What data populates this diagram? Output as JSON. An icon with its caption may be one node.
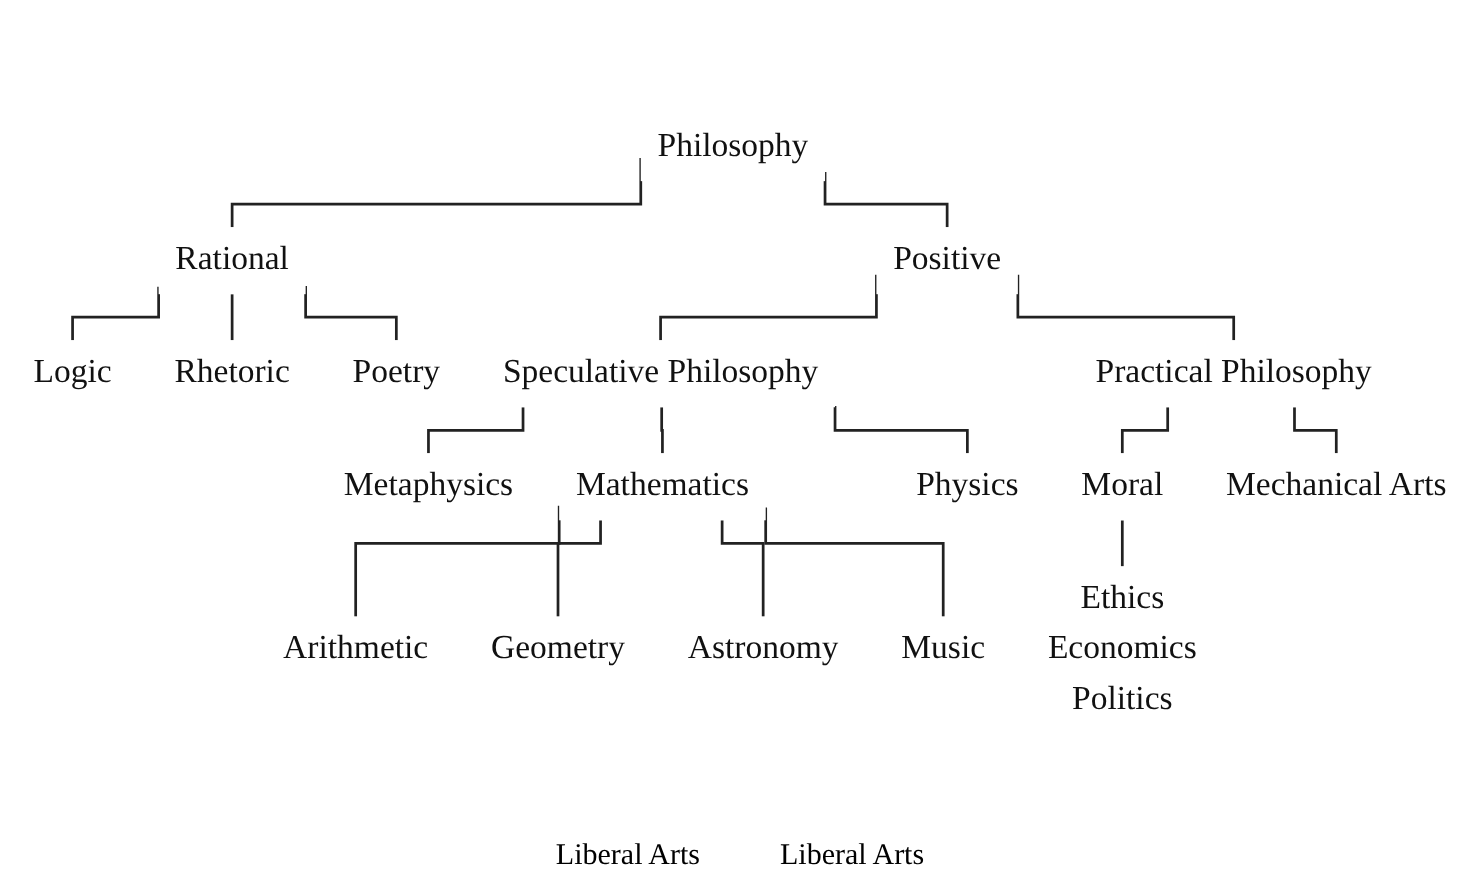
{
  "diagram": {
    "nodes": [
      {
        "text": [
          "Philosophy"
        ]
      },
      {
        "text": [
          "Rational"
        ]
      },
      {
        "text": [
          "Positive"
        ]
      },
      {
        "text": [
          "Logic"
        ]
      },
      {
        "text": [
          "Rhetoric"
        ]
      },
      {
        "text": [
          "Poetry"
        ]
      },
      {
        "text": [
          "Speculative Philosophy"
        ]
      },
      {
        "text": [
          "Practical Philosophy"
        ]
      },
      {
        "text": [
          "Metaphysics"
        ]
      },
      {
        "text": [
          "Mathematics"
        ]
      },
      {
        "text": [
          "Physics"
        ]
      },
      {
        "text": [
          "Moral"
        ]
      },
      {
        "text": [
          "Mechanical Arts"
        ]
      },
      {
        "text": [
          "Ethics",
          "Economics",
          "Politics"
        ]
      },
      {
        "text": [
          "Arithmetic"
        ]
      },
      {
        "text": [
          "Geometry"
        ]
      },
      {
        "text": [
          "Astronomy"
        ]
      },
      {
        "text": [
          "Music"
        ]
      }
    ],
    "edges": [
      {
        "from": 0,
        "to": 1,
        "arrow": "none"
      },
      {
        "from": 0,
        "to": 2,
        "arrow": "none"
      },
      {
        "from": 1,
        "to": 3,
        "arrow": "none"
      },
      {
        "from": 1,
        "to": 4,
        "arrow": "none"
      },
      {
        "from": 1,
        "to": 5,
        "arrow": "none"
      },
      {
        "from": 2,
        "to": 6,
        "arrow": "none"
      },
      {
        "from": 2,
        "to": 7,
        "arrow": "none"
      },
      {
        "from": 6,
        "to": 8,
        "arrow": "none"
      },
      {
        "from": 6,
        "to": 9,
        "arrow": "none"
      },
      {
        "from": 6,
        "to": 10,
        "arrow": "none"
      },
      {
        "from": 7,
        "to": 11,
        "arrow": "none"
      },
      {
        "from": 7,
        "to": 12,
        "arrow": "none"
      },
      {
        "from": 11,
        "to": 13,
        "arrow": "none"
      },
      {
        "from": 9,
        "to": 14,
        "arrow": "none"
      },
      {
        "from": 9,
        "to": 15,
        "arrow": "none"
      },
      {
        "from": 9,
        "to": 16,
        "arrow": "none"
      },
      {
        "from": 9,
        "to": 17,
        "arrow": "none"
      }
    ],
    "labels": [
      "Liberal Arts",
      "Liberal Arts"
    ]
  }
}
